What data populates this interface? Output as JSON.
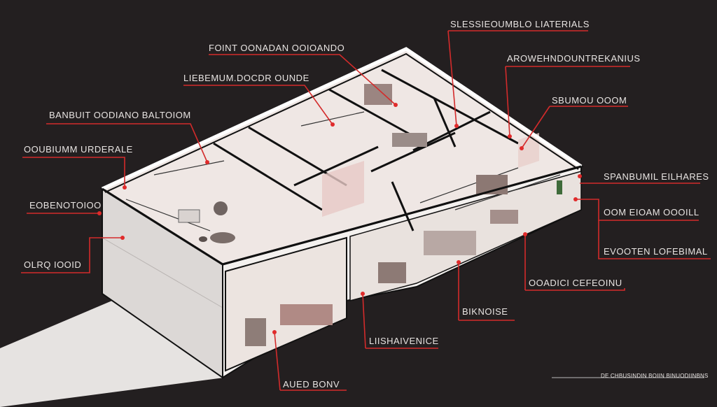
{
  "colors": {
    "background": "#231f20",
    "leader": "#d32b2b",
    "wall": "#ffffff",
    "floor": "#efe7e4",
    "outline": "#111111",
    "label_text": "#e8e4e2"
  },
  "labels": {
    "l1": "SLESSIEOUMBLO LIATERIALS",
    "l2": "FOINT OONADAN OOIOANDO",
    "l3": "AROWEHNDOUNTREKANIUS",
    "l4": "LIEBEMUM.DOCDR OUNDE",
    "l5": "SBUMOU OOOM",
    "l6": "BANBUIT OODIANO BALTOIOM",
    "l7": "OOUBIUMM URDERALE",
    "l8": "SPANBUMIL EILHARES",
    "l9": "EOBENOTOIOO",
    "l10": "OOM EIOAM OOOILL",
    "l11": "EVOOTEN LOFEBIMAL",
    "l12": "OLRQ IOOID",
    "l13": "OOADICI CEFEOINU",
    "l14": "BIKNOISE",
    "l15": "LIISHAIVENICE",
    "l16": "AUED BONV",
    "footer": "DE CHBUSINDIN BOIIN BINUODIINBNS"
  }
}
